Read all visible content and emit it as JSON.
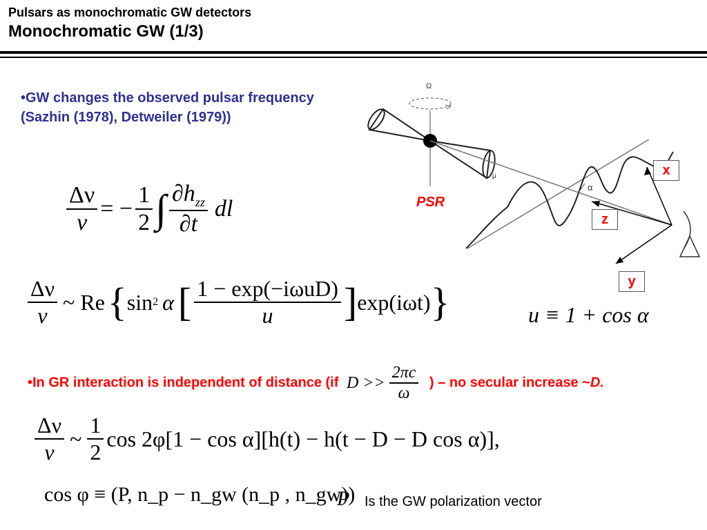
{
  "header": {
    "subtitle": "Pulsars as monochromatic GW detectors",
    "title": "Monochromatic GW  (1/3)"
  },
  "bullets": {
    "first": "•GW changes the observed pulsar frequency (Sazhin (1978), Detweiler (1979))",
    "second_prefix": "•In GR interaction is independent of distance (if ",
    "second_suffix": " ) – no secular increase  ~",
    "second_tail": "D."
  },
  "diagram": {
    "psr_label": "PSR",
    "axis_x": "x",
    "axis_y": "y",
    "axis_z": "z",
    "omega_label": "Ω",
    "alpha_label": "α",
    "mu_label": "μ"
  },
  "equations": {
    "eq1": {
      "lhs_num": "Δν",
      "lhs_den": "ν",
      "eq": "= −",
      "half_num": "1",
      "half_den": "2",
      "int": "∫",
      "dh_num": "∂h",
      "dh_sub": "zz",
      "dh_den": "∂t",
      "dl": "dl"
    },
    "eq2": {
      "lhs_num": "Δν",
      "lhs_den": "ν",
      "sim": "~ Re",
      "sin": "sin",
      "sin_exp": "2",
      "alpha": "α",
      "inner_num": "1 − exp(−iωuD)",
      "inner_den": "u",
      "exp": "exp(iωt)"
    },
    "eq_u": "u ≡ 1 + cos α",
    "cond": {
      "lhs": "D >>",
      "num": "2πc",
      "den": "ω"
    },
    "eq3": {
      "lhs_num": "Δν",
      "lhs_den": "ν",
      "sim": "~",
      "half_num": "1",
      "half_den": "2",
      "body": "cos 2φ[1 − cos α][h(t) − h(t − D − D cos α)],"
    },
    "eq4": "cos φ ≡ (P, n_p − n_gw (n_p , n_gw))",
    "pvec_symbol": "P",
    "pvec_text": "Is the GW  polarization vector"
  },
  "colors": {
    "blue_text": "#2e3192",
    "red_text": "#ff0000"
  }
}
